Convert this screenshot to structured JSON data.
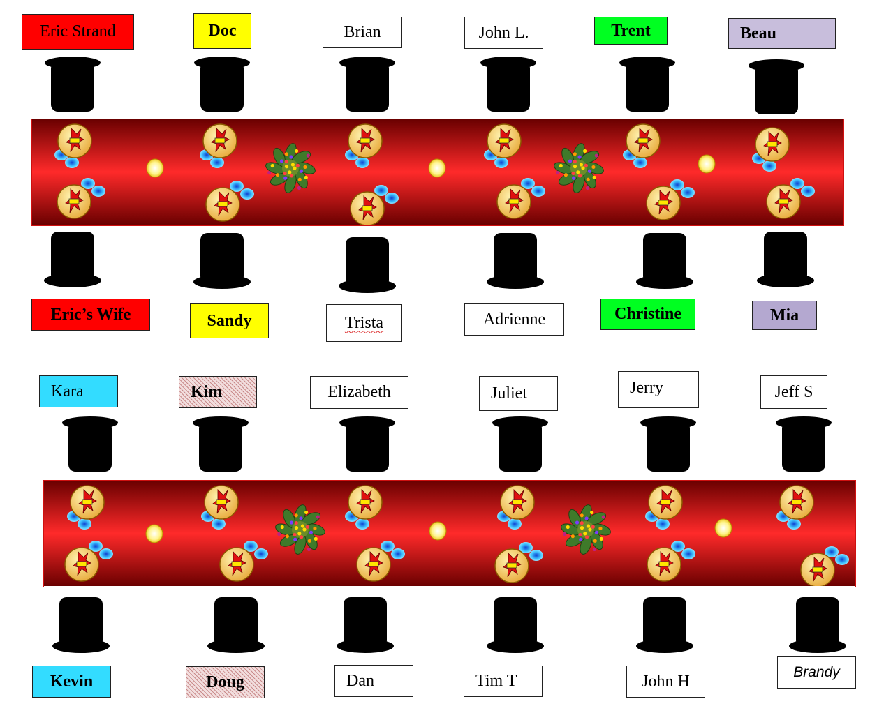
{
  "colors": {
    "red": "#ff0000",
    "yellow": "#ffff00",
    "green": "#00ff21",
    "lavender": "#c8bedc",
    "purple": "#b4a8d0",
    "cyan": "#33dcff",
    "white": "#ffffff",
    "table_dark": "#6a0000",
    "table_bright": "#ff2a2a"
  },
  "icons": [
    "top-hat-chair-icon",
    "centerpiece-wreath-icon",
    "plate-setting-icon",
    "candle-icon"
  ],
  "tables": [
    {
      "top_guests": [
        {
          "name": "Eric Strand",
          "fill": "#ff0000",
          "bold": false
        },
        {
          "name": "Doc",
          "fill": "#ffff00",
          "bold": true
        },
        {
          "name": "Brian",
          "fill": "#ffffff",
          "bold": false
        },
        {
          "name": "John L.",
          "fill": "#ffffff",
          "bold": false
        },
        {
          "name": "Trent",
          "fill": "#00ff21",
          "bold": true
        },
        {
          "name": "Beau",
          "fill": "#c8bedc",
          "bold": true
        }
      ],
      "bottom_guests": [
        {
          "name": "Eric’s Wife",
          "fill": "#ff0000",
          "bold": true
        },
        {
          "name": "Sandy",
          "fill": "#ffff00",
          "bold": true
        },
        {
          "name": "Trista",
          "fill": "#ffffff",
          "bold": false
        },
        {
          "name": "Adrienne",
          "fill": "#ffffff",
          "bold": false
        },
        {
          "name": "Christine",
          "fill": "#00ff21",
          "bold": true
        },
        {
          "name": "Mia",
          "fill": "#b4a8d0",
          "bold": true
        }
      ]
    },
    {
      "top_guests": [
        {
          "name": "Kara",
          "fill": "#33dcff",
          "bold": false
        },
        {
          "name": "Kim",
          "fill": "hatched",
          "bold": true
        },
        {
          "name": "Elizabeth",
          "fill": "#ffffff",
          "bold": false
        },
        {
          "name": "Juliet",
          "fill": "#ffffff",
          "bold": false
        },
        {
          "name": "Jerry",
          "fill": "#ffffff",
          "bold": false
        },
        {
          "name": "Jeff S",
          "fill": "#ffffff",
          "bold": false
        }
      ],
      "bottom_guests": [
        {
          "name": "Kevin",
          "fill": "#33dcff",
          "bold": true
        },
        {
          "name": "Doug",
          "fill": "hatched",
          "bold": true
        },
        {
          "name": "Dan",
          "fill": "#ffffff",
          "bold": false
        },
        {
          "name": "Tim T",
          "fill": "#ffffff",
          "bold": false
        },
        {
          "name": "John H",
          "fill": "#ffffff",
          "bold": false
        },
        {
          "name": "Brandy",
          "fill": "#ffffff",
          "bold": false
        }
      ]
    }
  ]
}
